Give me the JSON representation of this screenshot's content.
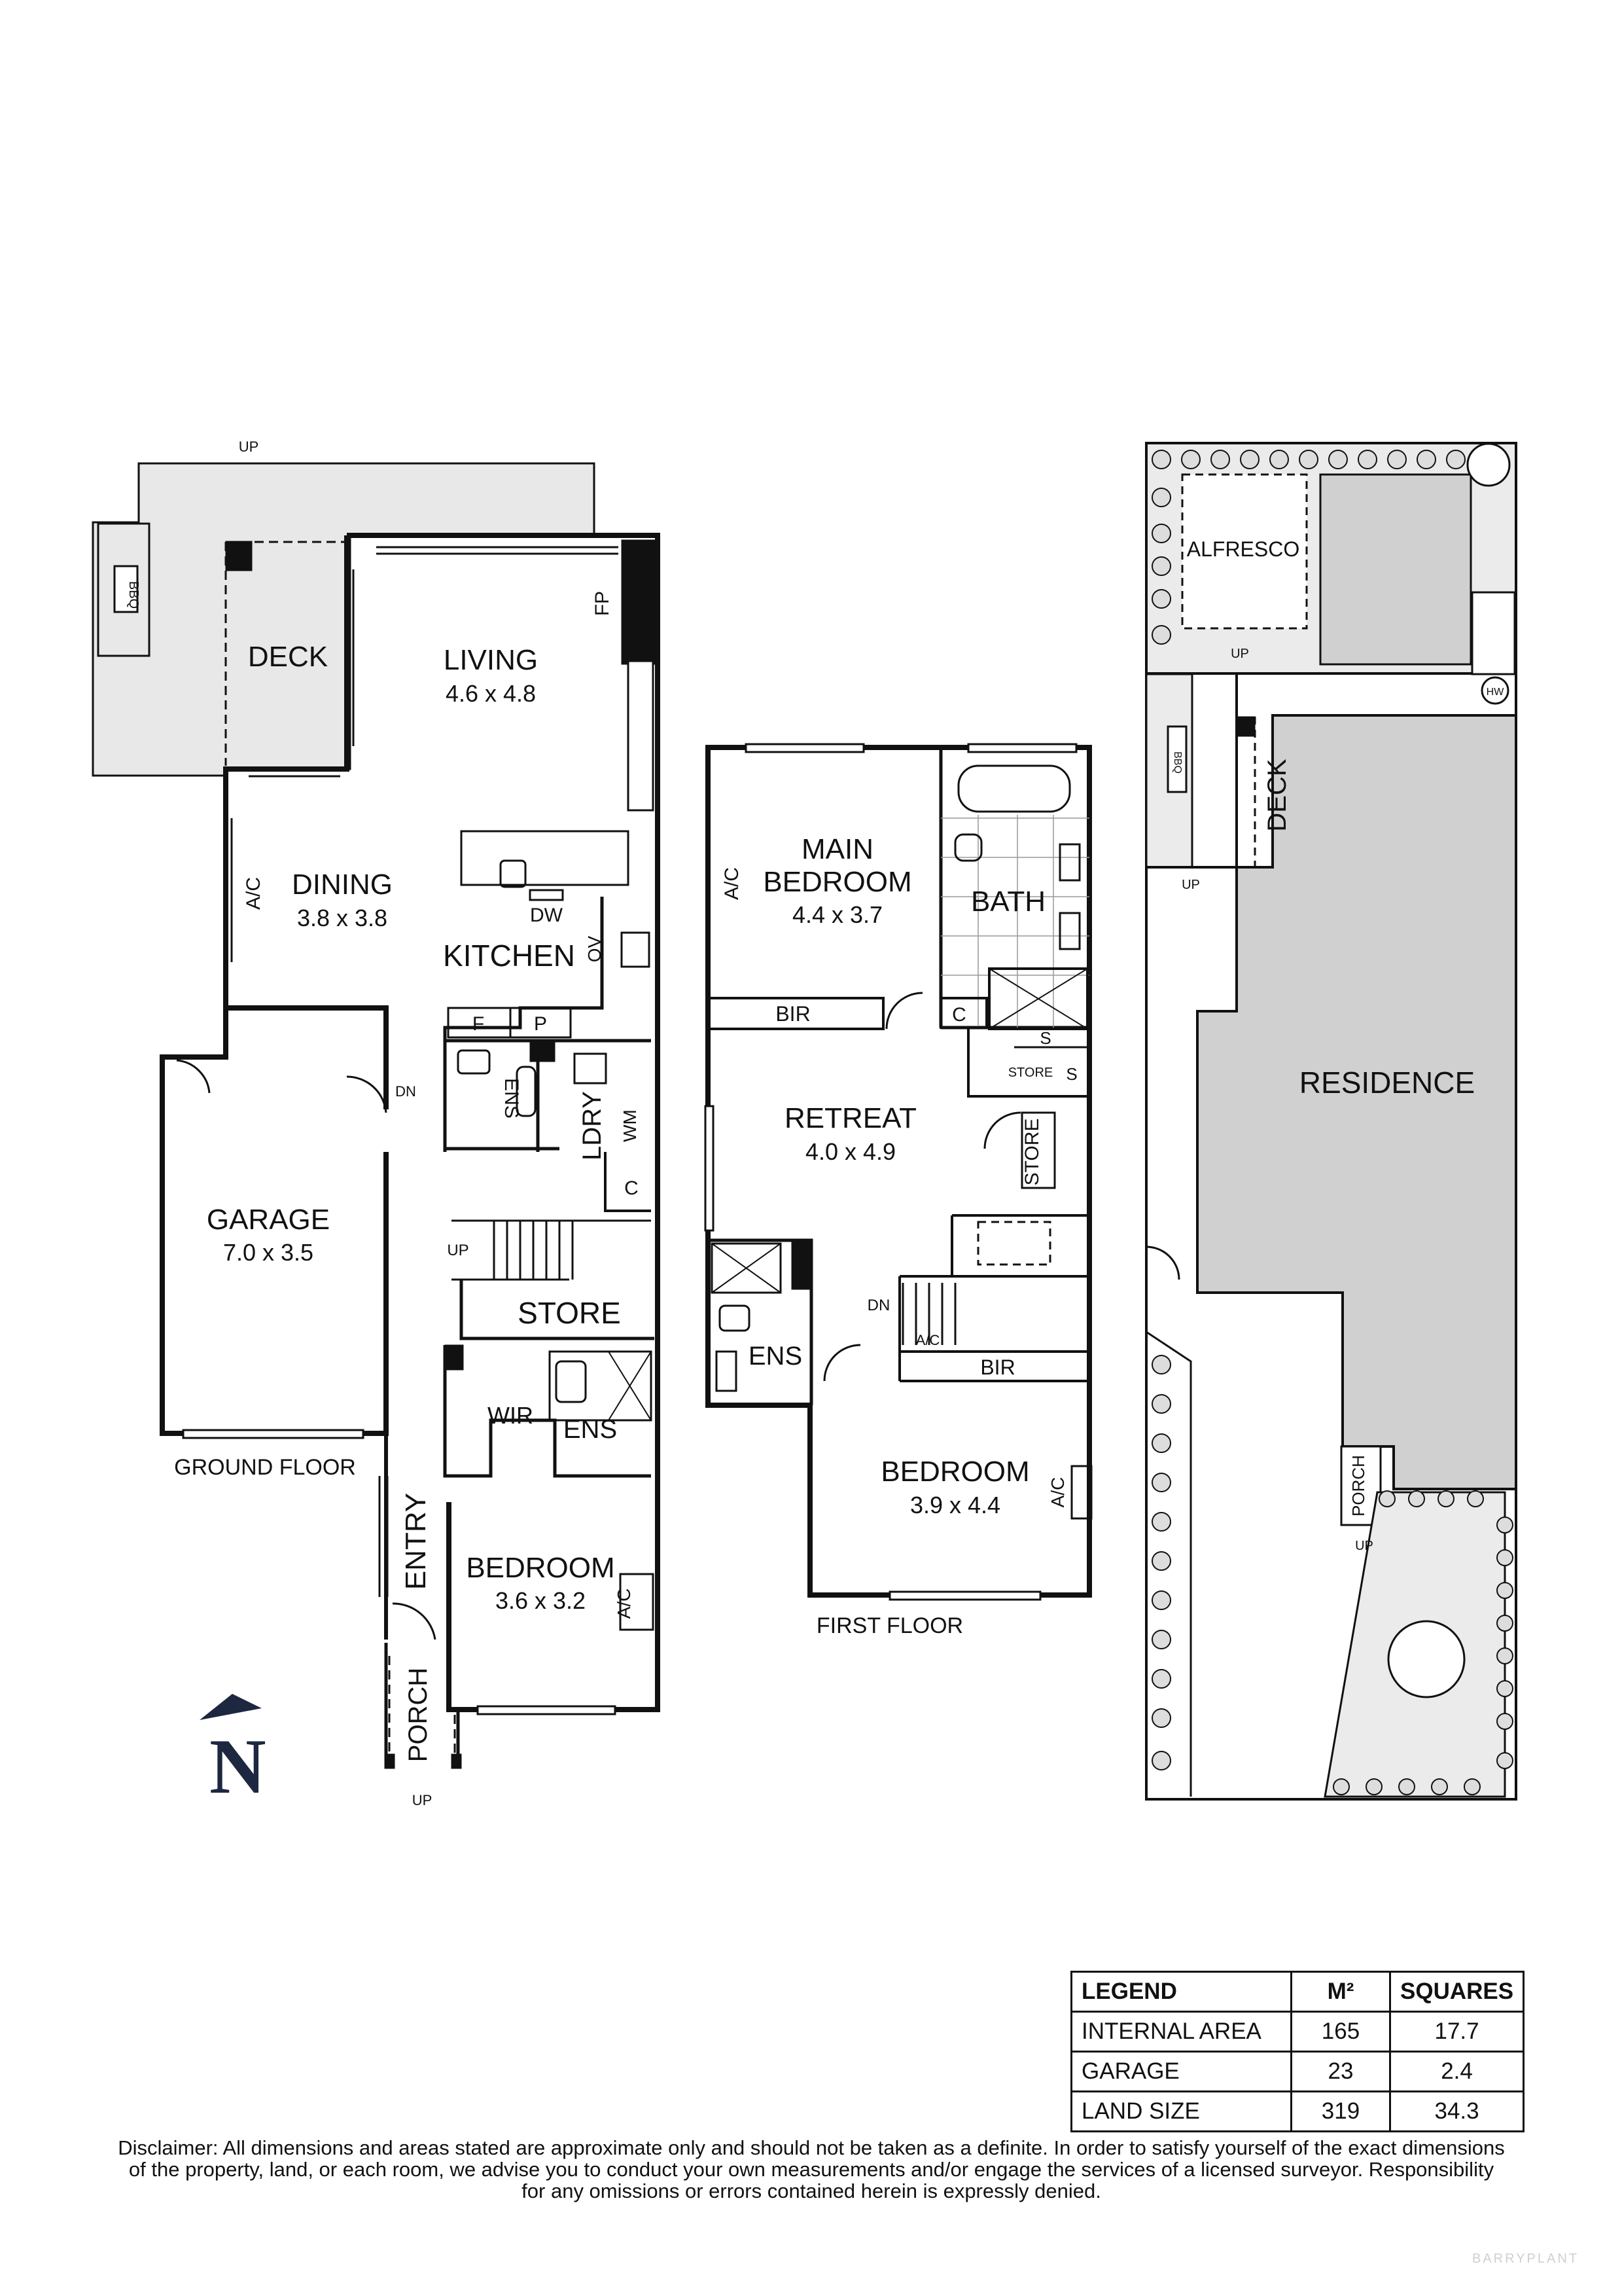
{
  "ground_floor": {
    "caption": "GROUND FLOOR",
    "rooms": {
      "deck": {
        "name": "DECK"
      },
      "bbq": {
        "name": "BBQ"
      },
      "living": {
        "name": "LIVING",
        "size": "4.6 x 4.8"
      },
      "fp": {
        "name": "FP"
      },
      "dining": {
        "name": "DINING",
        "size": "3.8 x 3.8"
      },
      "kitchen": {
        "name": "KITCHEN"
      },
      "dw": {
        "name": "DW"
      },
      "ov": {
        "name": "OV"
      },
      "ac_dining": {
        "name": "A/C"
      },
      "f": {
        "name": "F"
      },
      "p": {
        "name": "P"
      },
      "ens1": {
        "name": "ENS"
      },
      "ldry": {
        "name": "LDRY"
      },
      "wm": {
        "name": "WM"
      },
      "c1": {
        "name": "C"
      },
      "garage": {
        "name": "GARAGE",
        "size": "7.0 x 3.5"
      },
      "store": {
        "name": "STORE"
      },
      "wir": {
        "name": "WIR"
      },
      "ens2": {
        "name": "ENS"
      },
      "entry": {
        "name": "ENTRY"
      },
      "bedroom": {
        "name": "BEDROOM",
        "size": "3.6 x 3.2"
      },
      "ac_bed": {
        "name": "A/C"
      },
      "porch": {
        "name": "PORCH"
      }
    },
    "markers": {
      "up_deck": "UP",
      "dn_garage": "DN",
      "up_stairs": "UP",
      "up_porch": "UP"
    }
  },
  "first_floor": {
    "caption": "FIRST FLOOR",
    "rooms": {
      "main_bedroom_1": {
        "name": "MAIN"
      },
      "main_bedroom_2": {
        "name": "BEDROOM"
      },
      "main_bedroom_size": {
        "name": "4.4 x 3.7"
      },
      "ac_main": {
        "name": "A/C"
      },
      "bath": {
        "name": "BATH"
      },
      "bir1": {
        "name": "BIR"
      },
      "c": {
        "name": "C"
      },
      "s1": {
        "name": "S"
      },
      "s2": {
        "name": "S"
      },
      "store_small": {
        "name": "STORE"
      },
      "retreat": {
        "name": "RETREAT",
        "size": "4.0 x 4.9"
      },
      "store_v": {
        "name": "STORE"
      },
      "ens": {
        "name": "ENS"
      },
      "ac_stair": {
        "name": "A/C"
      },
      "bir2": {
        "name": "BIR"
      },
      "bedroom": {
        "name": "BEDROOM",
        "size": "3.9 x 4.4"
      },
      "ac_bed": {
        "name": "A/C"
      }
    },
    "markers": {
      "dn": "DN"
    }
  },
  "site": {
    "alfresco": "ALFRESCO",
    "residence": "RESIDENCE",
    "deck": "DECK",
    "bbq": "BBQ",
    "hw": "HW",
    "porch": "PORCH",
    "up1": "UP",
    "up2": "UP",
    "up3": "UP"
  },
  "north": {
    "label": "N"
  },
  "legend": {
    "headers": [
      "LEGEND",
      "M²",
      "SQUARES"
    ],
    "rows": [
      {
        "label": "INTERNAL AREA",
        "m2": "165",
        "squares": "17.7"
      },
      {
        "label": "GARAGE",
        "m2": "23",
        "squares": "2.4"
      },
      {
        "label": "LAND SIZE",
        "m2": "319",
        "squares": "34.3"
      }
    ]
  },
  "disclaimer": {
    "line1": "Disclaimer: All dimensions and areas stated are approximate only and should not be taken as a definite. In order to satisfy yourself of the exact dimensions",
    "line2": "of the property, land, or each room, we advise you to conduct your own measurements and/or engage the services of a licensed surveyor. Responsibility",
    "line3": "for any omissions or errors contained herein is expressly denied."
  },
  "watermark": "BARRYPLANT",
  "colors": {
    "wall": "#111111",
    "shade": "#e8e8e8",
    "residence": "#d0d0d0",
    "north": "#1d2740"
  }
}
